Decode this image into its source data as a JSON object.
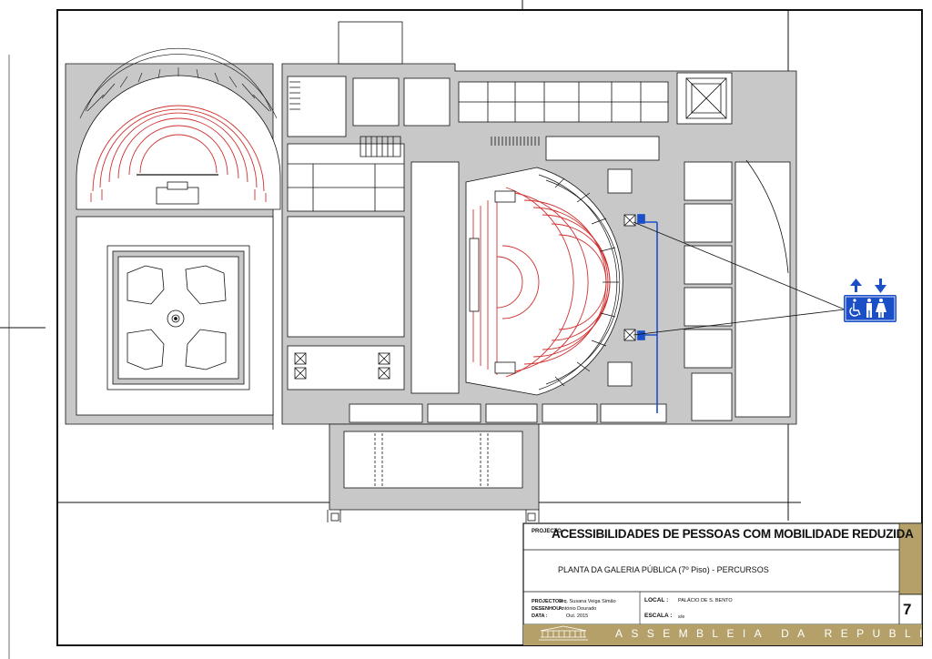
{
  "title_block": {
    "project_label": "PROJECTO",
    "project_title": "ACESSIBILIDADES DE PESSOAS COM MOBILIDADE REDUZIDA",
    "drawing_title": "PLANTA DA GALERIA PÚBLICA (7º Piso)  - PERCURSOS",
    "projected_label": "PROJECTOU :",
    "projected_value": "Arq. Susana Veiga Simão",
    "drawn_label": "DESENHOU :",
    "drawn_value": "António Dourado",
    "date_label": "DATA :",
    "date_value": "Out. 2015",
    "local_label": "LOCAL :",
    "local_value": "PALÁCIO DE S. BENTO",
    "scale_label": "ESCALA :",
    "scale_value": "s/e",
    "sheet_number": "7",
    "institution": "ASSEMBLEIA DA REPUBLICA"
  },
  "colors": {
    "wall": "#c8c8c8",
    "line": "#111111",
    "seating": "#d03030",
    "route": "#1a4fc8",
    "accent_gold": "#b5a06a"
  },
  "signage": {
    "icons": [
      "up-arrow-icon",
      "down-arrow-icon",
      "wheelchair-icon",
      "man-icon",
      "woman-icon"
    ]
  }
}
